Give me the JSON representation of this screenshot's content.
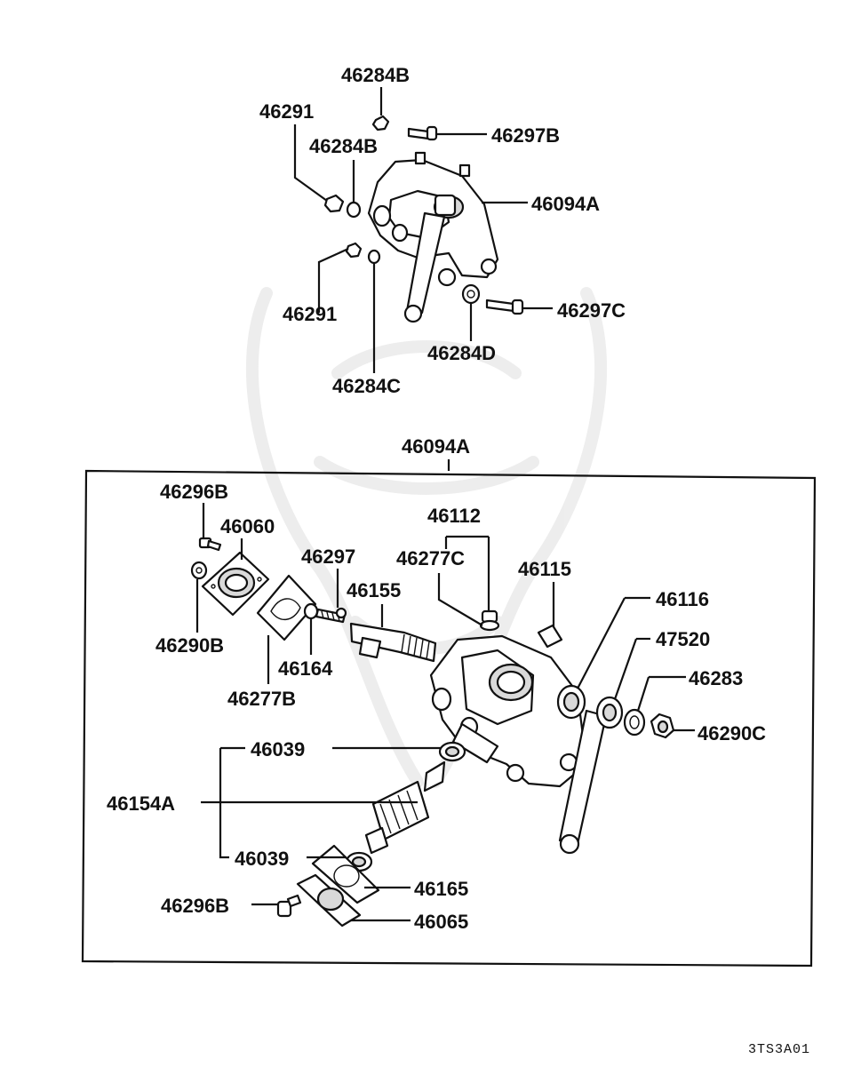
{
  "diagram_code": "3TS3A01",
  "labels": {
    "top_46284B_a": "46284B",
    "top_46291_a": "46291",
    "top_46284B_b": "46284B",
    "top_46297B": "46297B",
    "top_46094A": "46094A",
    "top_46291_b": "46291",
    "top_46297C": "46297C",
    "top_46284D": "46284D",
    "top_46284C": "46284C",
    "box_46094A": "46094A",
    "l_46296B_a": "46296B",
    "l_46060": "46060",
    "l_46290B": "46290B",
    "l_46297": "46297",
    "l_46155": "46155",
    "l_46164": "46164",
    "l_46277B": "46277B",
    "l_46112": "46112",
    "l_46277C": "46277C",
    "l_46115": "46115",
    "l_46116": "46116",
    "l_47520": "47520",
    "l_46283": "46283",
    "l_46290C": "46290C",
    "l_46039_a": "46039",
    "l_46154A": "46154A",
    "l_46039_b": "46039",
    "l_46165": "46165",
    "l_46296B_b": "46296B",
    "l_46065": "46065"
  }
}
